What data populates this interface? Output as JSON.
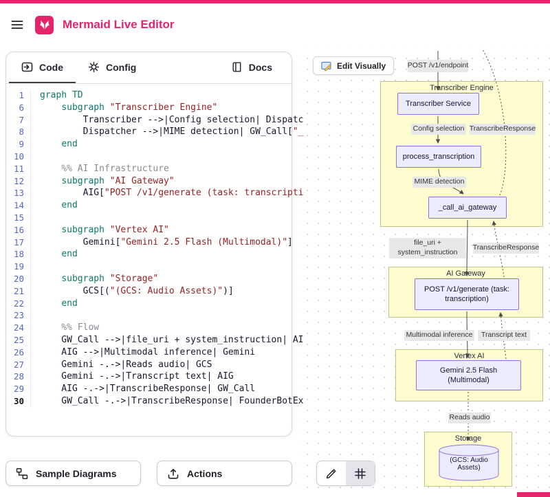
{
  "app": {
    "title": "Mermaid Live Editor"
  },
  "tabs": {
    "code": "Code",
    "config": "Config",
    "docs": "Docs"
  },
  "editor": {
    "active_line": "30",
    "lines": [
      {
        "n": "1",
        "s": [
          [
            "kw",
            "graph TD"
          ]
        ]
      },
      {
        "n": "6",
        "s": [
          [
            "pl",
            "    "
          ],
          [
            "kw",
            "subgraph"
          ],
          [
            "pl",
            " "
          ],
          [
            "str",
            "\"Transcriber Engine\""
          ]
        ]
      },
      {
        "n": "7",
        "s": [
          [
            "pl",
            "        Transcriber -->|Config selection| Dispatc"
          ]
        ]
      },
      {
        "n": "8",
        "s": [
          [
            "pl",
            "        Dispatcher -->|MIME detection| GW_Call["
          ],
          [
            "str",
            "\"_"
          ]
        ]
      },
      {
        "n": "9",
        "s": [
          [
            "pl",
            "    "
          ],
          [
            "kw",
            "end"
          ]
        ]
      },
      {
        "n": "10",
        "s": []
      },
      {
        "n": "11",
        "s": [
          [
            "pl",
            "    "
          ],
          [
            "com",
            "%% AI Infrastructure"
          ]
        ]
      },
      {
        "n": "12",
        "s": [
          [
            "pl",
            "    "
          ],
          [
            "kw",
            "subgraph"
          ],
          [
            "pl",
            " "
          ],
          [
            "str",
            "\"AI Gateway\""
          ]
        ]
      },
      {
        "n": "13",
        "s": [
          [
            "pl",
            "        AIG["
          ],
          [
            "str",
            "\"POST /v1/generate (task: transcripti"
          ]
        ]
      },
      {
        "n": "14",
        "s": [
          [
            "pl",
            "    "
          ],
          [
            "kw",
            "end"
          ]
        ]
      },
      {
        "n": "15",
        "s": []
      },
      {
        "n": "16",
        "s": [
          [
            "pl",
            "    "
          ],
          [
            "kw",
            "subgraph"
          ],
          [
            "pl",
            " "
          ],
          [
            "str",
            "\"Vertex AI\""
          ]
        ]
      },
      {
        "n": "17",
        "s": [
          [
            "pl",
            "        Gemini["
          ],
          [
            "str",
            "\"Gemini 2.5 Flash (Multimodal)\""
          ],
          [
            "pl",
            "]"
          ]
        ]
      },
      {
        "n": "18",
        "s": [
          [
            "pl",
            "    "
          ],
          [
            "kw",
            "end"
          ]
        ]
      },
      {
        "n": "19",
        "s": []
      },
      {
        "n": "20",
        "s": [
          [
            "pl",
            "    "
          ],
          [
            "kw",
            "subgraph"
          ],
          [
            "pl",
            " "
          ],
          [
            "str",
            "\"Storage\""
          ]
        ]
      },
      {
        "n": "21",
        "s": [
          [
            "pl",
            "        GCS[("
          ],
          [
            "str",
            "\"(GCS: Audio Assets)\""
          ],
          [
            "pl",
            ")]"
          ]
        ]
      },
      {
        "n": "22",
        "s": [
          [
            "pl",
            "    "
          ],
          [
            "kw",
            "end"
          ]
        ]
      },
      {
        "n": "23",
        "s": []
      },
      {
        "n": "24",
        "s": [
          [
            "pl",
            "    "
          ],
          [
            "com",
            "%% Flow"
          ]
        ]
      },
      {
        "n": "25",
        "s": [
          [
            "pl",
            "    GW_Call -->|file_uri + system_instruction| AI"
          ]
        ]
      },
      {
        "n": "26",
        "s": [
          [
            "pl",
            "    AIG -->|Multimodal inference| Gemini"
          ]
        ]
      },
      {
        "n": "27",
        "s": [
          [
            "pl",
            "    Gemini -.->|Reads audio| GCS"
          ]
        ]
      },
      {
        "n": "28",
        "s": [
          [
            "pl",
            "    Gemini -.->|Transcript text| AIG"
          ]
        ]
      },
      {
        "n": "29",
        "s": [
          [
            "pl",
            "    AIG -.->|TranscribeResponse| GW_Call"
          ]
        ]
      },
      {
        "n": "30",
        "s": [
          [
            "pl",
            "    GW_Call -.->|TranscribeResponse| FounderBotEx"
          ]
        ]
      }
    ]
  },
  "preview": {
    "edit_visually": "Edit Visually",
    "subgraphs": {
      "transcriber_engine": "Transcriber Engine",
      "ai_gateway": "AI Gateway",
      "vertex_ai": "Vertex AI",
      "storage": "Storage"
    },
    "nodes": {
      "transcriber_service": "Transcriber Service",
      "process_transcription": "process_transcription",
      "call_ai_gateway": "_call_ai_gateway",
      "post_generate": "POST /v1/generate (task: transcription)",
      "gemini": "Gemini 2.5 Flash (Multimodal)",
      "gcs": "(GCS: Audio Assets)"
    },
    "edge_labels": {
      "post_endpoint": "POST /v1/endpoint",
      "config_selection": "Config selection",
      "transcribe_response_a": "TranscribeResponse",
      "mime_detection": "MIME detection",
      "file_uri": "file_uri + system_instruction",
      "transcribe_response_b": "TranscribeResponse",
      "multimodal_inference": "Multimodal inference",
      "transcript_text": "Transcript text",
      "reads_audio": "Reads audio"
    }
  },
  "footer": {
    "sample_diagrams": "Sample Diagrams",
    "actions": "Actions"
  },
  "colors": {
    "brand_pink": "#E4256C",
    "node_fill": "#ECECFF",
    "node_border": "#9370DB",
    "subgraph_fill": "#FDFDD0",
    "subgraph_border": "#C3C28A",
    "edge_label_bg": "#E8E8E8"
  }
}
